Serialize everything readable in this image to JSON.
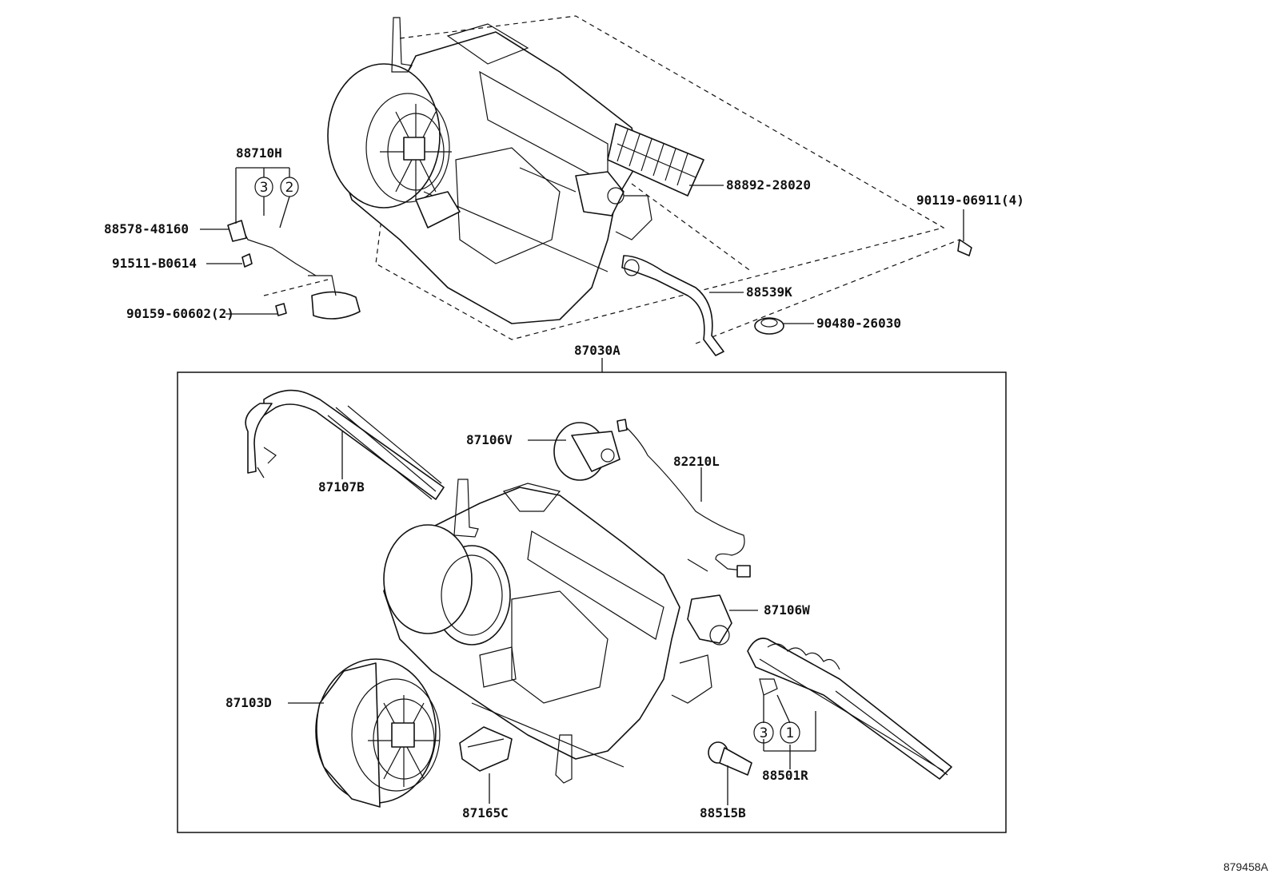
{
  "diagram": {
    "reference_code": "879458A",
    "group_label": "87030A",
    "labels": {
      "p88710H": "88710H",
      "p88578_48160": "88578-48160",
      "p91511_B0614": "91511-B0614",
      "p90159_60602": "90159-60602(2)",
      "p88892_28020": "88892-28020",
      "p90119_06911": "90119-06911(4)",
      "p88539K": "88539K",
      "p90480_26030": "90480-26030",
      "p87106V": "87106V",
      "p82210L": "82210L",
      "p87107B": "87107B",
      "p87106W": "87106W",
      "p87103D": "87103D",
      "p87165C": "87165C",
      "p88515B": "88515B",
      "p88501R": "88501R"
    },
    "circled": {
      "top_a": "3",
      "top_b": "2",
      "bot_a": "3",
      "bot_b": "1"
    }
  }
}
